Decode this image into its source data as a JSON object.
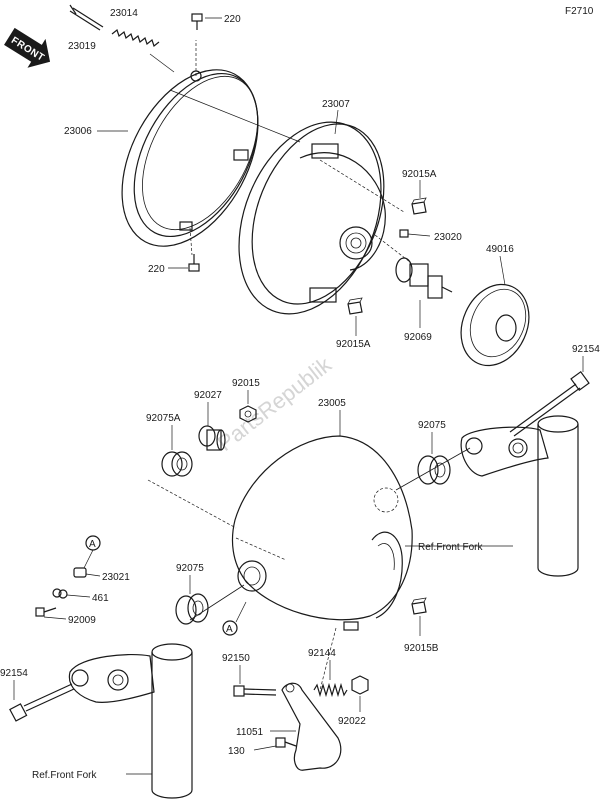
{
  "figure_code": "F2710",
  "direction_badge": "FRONT",
  "watermark": "PartsRepublik",
  "reference_note": "Ref.Front Fork",
  "callout_marker": "A",
  "part_labels": {
    "p23019": "23019",
    "p23014": "23014",
    "p220_top": "220",
    "p23006": "23006",
    "p220_bottom": "220",
    "p23007": "23007",
    "p92015A_top": "92015A",
    "p23020": "23020",
    "p49016": "49016",
    "p92069": "92069",
    "p92015A_bottom": "92015A",
    "p92154_right": "92154",
    "p92027": "92027",
    "p92015": "92015",
    "p92075A": "92075A",
    "p23005": "23005",
    "p92075_right": "92075",
    "p92075_left": "92075",
    "p23021": "23021",
    "p461": "461",
    "p92009": "92009",
    "p92154_left": "92154",
    "p92150": "92150",
    "p92144": "92144",
    "p92015B": "92015B",
    "p92022": "92022",
    "p11051": "11051",
    "p130": "130"
  }
}
